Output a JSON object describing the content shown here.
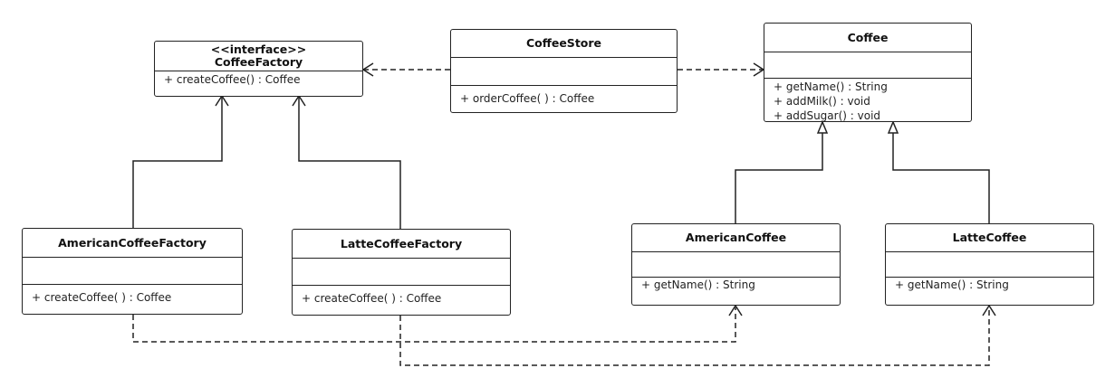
{
  "classes": {
    "coffee_factory": {
      "stereotype": "<<interface>>",
      "name": "CoffeeFactory",
      "operations": [
        "+ createCoffee() : Coffee"
      ]
    },
    "coffee_store": {
      "name": "CoffeeStore",
      "operations": [
        "+ orderCoffee( ) : Coffee"
      ]
    },
    "coffee": {
      "name": "Coffee",
      "operations": [
        "+ getName() : String",
        "+ addMilk() : void",
        "+ addSugar() : void"
      ]
    },
    "american_coffee_factory": {
      "name": "AmericanCoffeeFactory",
      "operations": [
        "+ createCoffee( ) : Coffee"
      ]
    },
    "latte_coffee_factory": {
      "name": "LatteCoffeeFactory",
      "operations": [
        "+ createCoffee( ) : Coffee"
      ]
    },
    "american_coffee": {
      "name": "AmericanCoffee",
      "operations": [
        "+ getName() : String"
      ]
    },
    "latte_coffee": {
      "name": "LatteCoffee",
      "operations": [
        "+ getName() : String"
      ]
    }
  },
  "relationships": [
    {
      "from": "CoffeeStore",
      "to": "CoffeeFactory",
      "type": "dependency"
    },
    {
      "from": "CoffeeStore",
      "to": "Coffee",
      "type": "dependency"
    },
    {
      "from": "AmericanCoffeeFactory",
      "to": "CoffeeFactory",
      "type": "association"
    },
    {
      "from": "LatteCoffeeFactory",
      "to": "CoffeeFactory",
      "type": "association"
    },
    {
      "from": "AmericanCoffee",
      "to": "Coffee",
      "type": "realization"
    },
    {
      "from": "LatteCoffee",
      "to": "Coffee",
      "type": "realization"
    },
    {
      "from": "AmericanCoffeeFactory",
      "to": "AmericanCoffee",
      "type": "dependency"
    },
    {
      "from": "LatteCoffeeFactory",
      "to": "LatteCoffee",
      "type": "dependency"
    }
  ]
}
